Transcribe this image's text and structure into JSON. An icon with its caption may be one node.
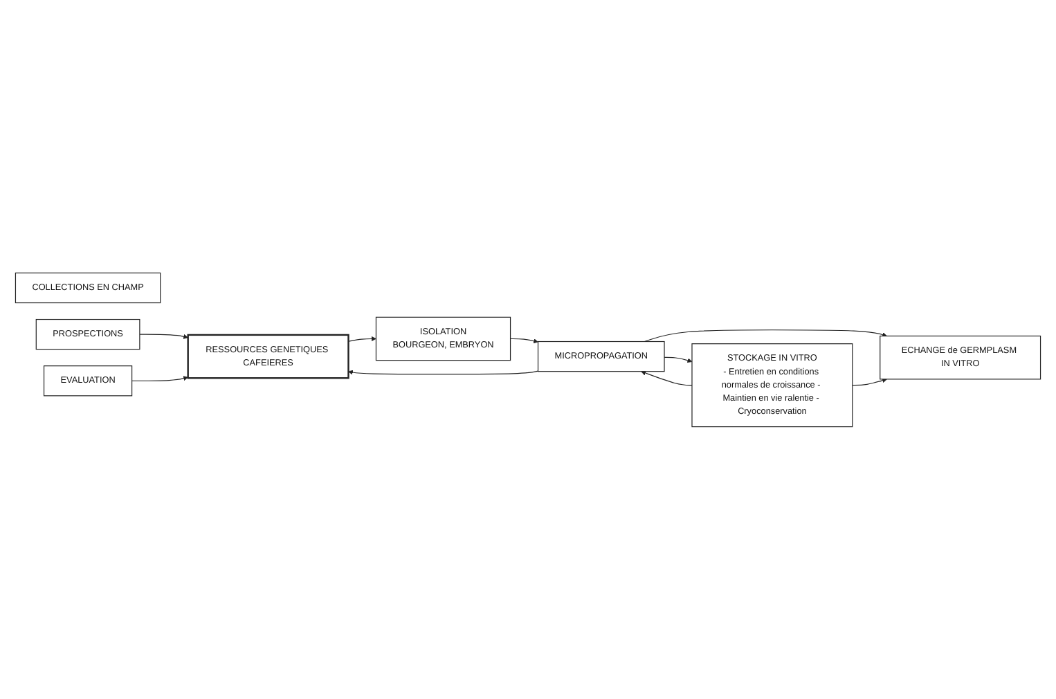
{
  "diagram": {
    "nodes": [
      {
        "text": [
          "COLLECTIONS EN CHAMP"
        ]
      },
      {
        "text": [
          "PROSPECTIONS"
        ]
      },
      {
        "text": [
          "RESSOURCES GENETIQUES CAFEIERES"
        ]
      },
      {
        "text": [
          "ISOLATION",
          "BOURGEON, EMBRYON"
        ]
      },
      {
        "text": [
          "EVALUATION"
        ]
      },
      {
        "text": [
          "MICROPROPAGATION"
        ]
      },
      {
        "text": [
          "STOCKAGE IN VITRO",
          "- Entretien en conditions normales de croissance - Maintien en vie ralentie - Cryoconservation"
        ]
      },
      {
        "text": [
          "ECHANGE de GERMPLASM IN VITRO"
        ]
      }
    ],
    "edges": [
      {
        "from": 1,
        "to": 2,
        "arrow": "to"
      },
      {
        "from": 4,
        "to": 2,
        "arrow": "to"
      },
      {
        "from": 2,
        "to": 3,
        "arrow": "to"
      },
      {
        "from": 3,
        "to": 5,
        "arrow": "to"
      },
      {
        "from": 5,
        "to": 2,
        "arrow": "to"
      },
      {
        "from": 6,
        "to": 5,
        "arrow": "to"
      },
      {
        "from": 5,
        "to": 6,
        "arrow": "to"
      },
      {
        "from": 5,
        "to": 7,
        "arrow": "to"
      },
      {
        "from": 6,
        "to": 7,
        "arrow": "to"
      }
    ]
  }
}
